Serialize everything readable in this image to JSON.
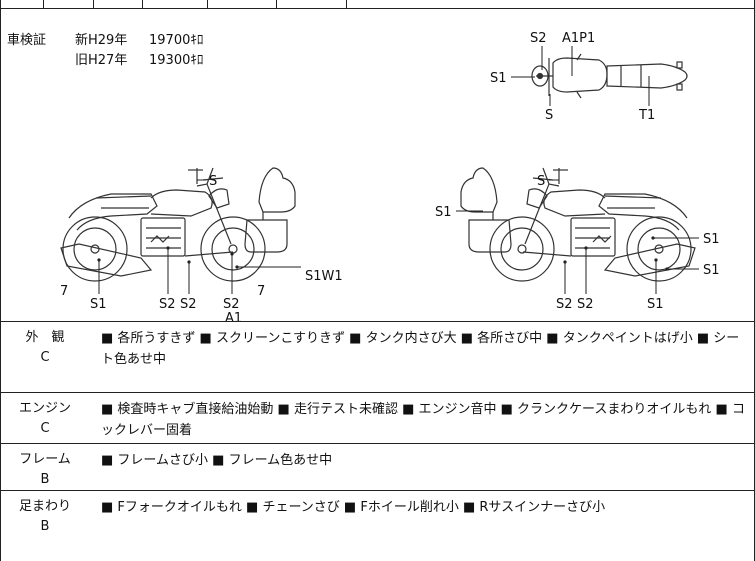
{
  "inspection": {
    "label": "車検証",
    "new": {
      "era": "新H29年",
      "value": "19700ｷﾛ"
    },
    "old": {
      "era": "旧H27年",
      "value": "19300ｷﾛ"
    }
  },
  "diagram": {
    "top_view": {
      "s2": "S2",
      "a1p1": "A1P1",
      "s1": "S1",
      "s": "S",
      "t1": "T1"
    },
    "left_view": {
      "s": "S",
      "s1w1": "S1W1",
      "seven_a": "7",
      "seven_b": "7",
      "s1": "S1",
      "s2_a": "S2",
      "s2_b": "S2",
      "s2_c": "S2",
      "a1": "A1"
    },
    "right_view": {
      "s": "S",
      "s1_top": "S1",
      "s1_right_a": "S1",
      "s1_right_b": "S1",
      "s2_a": "S2",
      "s2_b": "S2",
      "s1_bottom": "S1"
    }
  },
  "conditions": [
    {
      "category": "外　観",
      "grade": "C",
      "description": "■ 各所うすきず ■ スクリーンこすりきず ■ タンク内さび大 ■ 各所さび中 ■ タンクペイントはげ小 ■ シート色あせ中"
    },
    {
      "category": "エンジン",
      "grade": "C",
      "description": "■ 検査時キャブ直接給油始動 ■ 走行テスト未確認 ■ エンジン音中 ■ クランクケースまわりオイルもれ ■ コックレバー固着"
    },
    {
      "category": "フレーム",
      "grade": "B",
      "description": "■ フレームさび小 ■ フレーム色あせ中"
    },
    {
      "category": "足まわり",
      "grade": "B",
      "description": "■ Fフォークオイルもれ ■ チェーンさび ■ Fホイール削れ小 ■ Rサスインナーさび小"
    }
  ]
}
